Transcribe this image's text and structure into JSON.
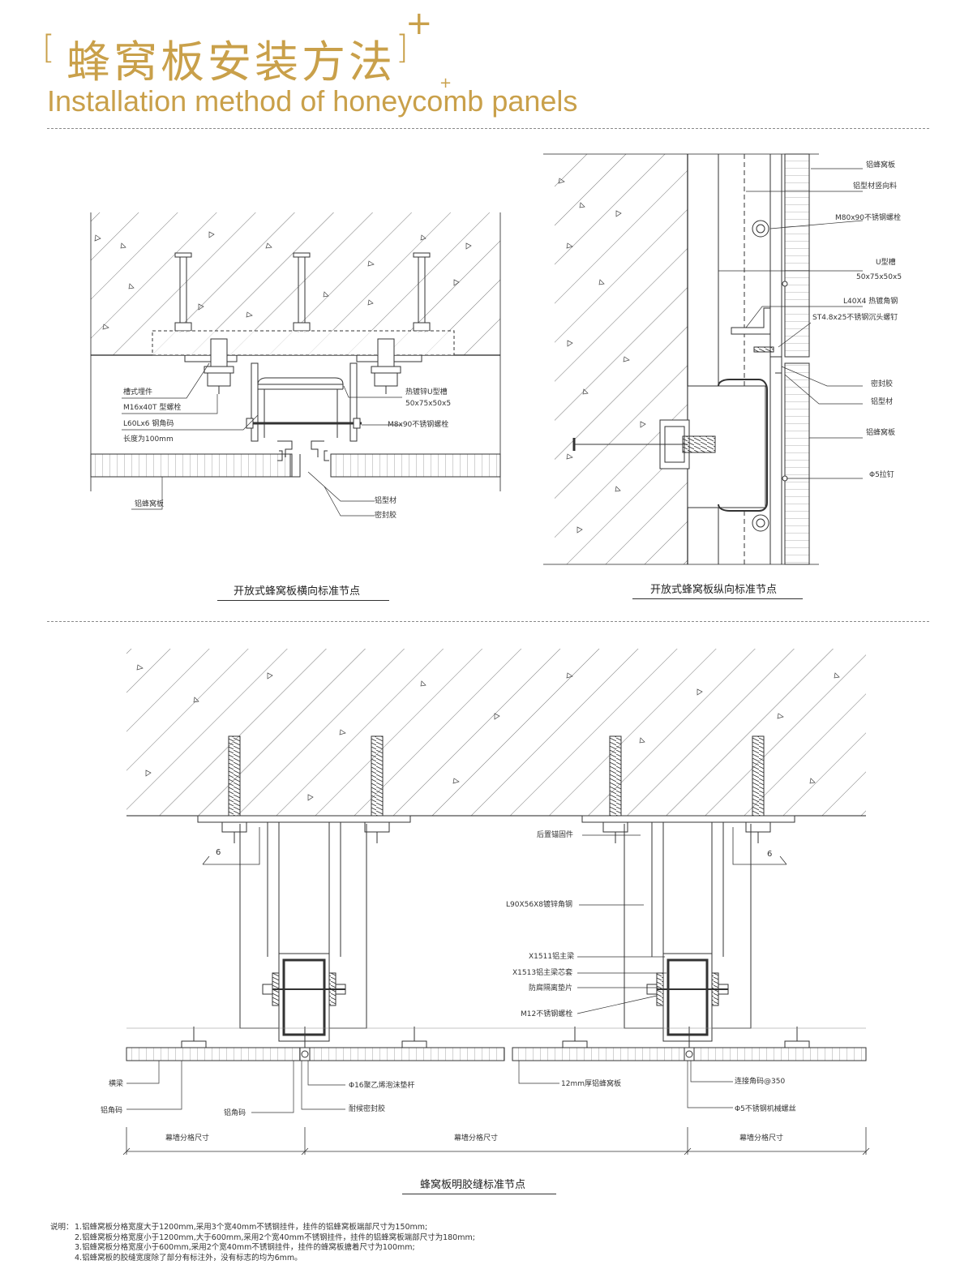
{
  "header": {
    "title_cn": "蜂窝板安装方法",
    "bracket_left": "[",
    "bracket_right": "]",
    "title_en": "Installation method of honeycomb panels",
    "plus": "+"
  },
  "colors": {
    "accent": "#c9a04a",
    "line": "#333333"
  },
  "details": {
    "horizontal": {
      "caption": "开放式蜂窝板横向标准节点",
      "labels": {
        "l1": "槽式埋件",
        "l2": "M16x40T 型螺栓",
        "l3": "L60Lx6 钢角码",
        "l4": "长度为100mm",
        "l5": "热镀锌U型槽",
        "l6": "50x75x50x5",
        "l7": "M8x90不锈钢螺栓",
        "l8": "铝蜂窝板",
        "l9": "铝型材",
        "l10": "密封胶"
      }
    },
    "vertical": {
      "caption": "开放式蜂窝板纵向标准节点",
      "labels": {
        "r1": "铝蜂窝板",
        "r2": "铝型材竖向料",
        "r3": "M80x90不锈钢螺栓",
        "r4": "U型槽",
        "r5": "50x75x50x5",
        "r6": "L40X4 热镀角钢",
        "r7": "ST4.8x25不锈钢沉头螺钉",
        "r8": "密封胶",
        "r9": "铝型材",
        "r10": "铝蜂窝板",
        "r11": "Φ5拉钉"
      }
    },
    "joint": {
      "caption": "蜂窝板明胶缝标准节点",
      "labels": {
        "b1": "后置锚固件",
        "b2": "L90X56X8镀锌角钢",
        "b3": "X1511铝主梁",
        "b4": "X1513铝主梁芯套",
        "b5": "防腐隔离垫片",
        "b6": "M12不锈钢螺栓",
        "b7": "横梁",
        "b8": "铝角码",
        "b9": "铝角码",
        "b10": "Φ16聚乙烯泡沫垫杆",
        "b11": "耐候密封胶",
        "b12": "12mm厚铝蜂窝板",
        "b13": "连接角码@350",
        "b14": "Φ5不锈钢机械螺丝",
        "dim1": "幕墙分格尺寸",
        "dim2": "幕墙分格尺寸",
        "dim3": "幕墙分格尺寸",
        "six_left": "6",
        "six_right": "6"
      }
    }
  },
  "notes": {
    "lead": "说明：",
    "items": [
      "1.铝蜂窝板分格宽度大于1200mm,采用3个宽40mm不锈钢挂件，挂件的铝蜂窝板端部尺寸为150mm;",
      "2.铝蜂窝板分格宽度小于1200mm,大于600mm,采用2个宽40mm不锈钢挂件，挂件的铝蜂窝板端部尺寸为180mm;",
      "3.铝蜂窝板分格宽度小于600mm,采用2个宽40mm不锈钢挂件，挂件的蜂窝板搪着尺寸为100mm;",
      "4.铝蜂窝板的胶缝宽度除了部分有标注外，没有标志的均为6mm。"
    ]
  }
}
